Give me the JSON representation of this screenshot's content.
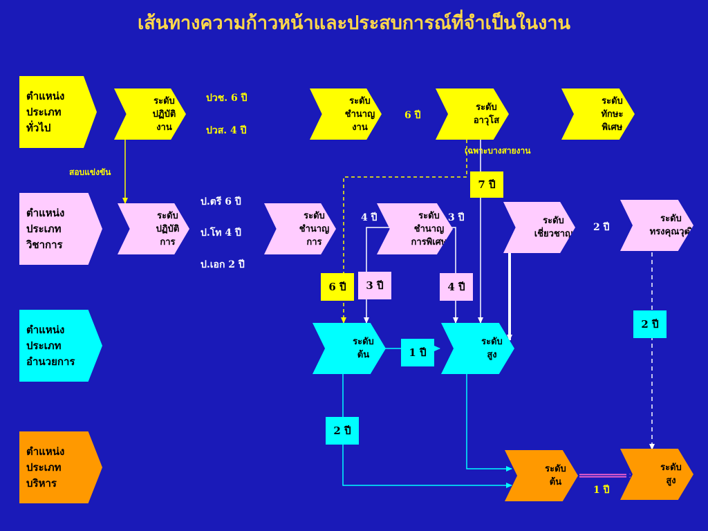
{
  "title": "เส้นทางความก้าวหน้าและประสบการณ์ที่จำเป็นในงาน",
  "colors": {
    "background": "#1a1ab8",
    "general": "#ffff00",
    "academic": "#ffccff",
    "director": "#00ffff",
    "executive": "#ff9900",
    "label_yellow": "#ffff00",
    "label_white": "#ffffff"
  },
  "categories": {
    "general": "ตำแหน่ง\nประเภท\nทั่วไป",
    "academic": "ตำแหน่ง\nประเภท\nวิชาการ",
    "director": "ตำแหน่ง\nประเภท\nอำนวยการ",
    "executive": "ตำแหน่ง\nประเภท\nบริหาร"
  },
  "levels": {
    "gen_practitioner": "ระดับ\nปฏิบัติ\nงาน",
    "gen_experienced": "ระดับ\nชำนาญ\nงาน",
    "gen_senior": "ระดับ\nอาวุโส",
    "gen_special": "ระดับ\nทักษะ\nพิเศษ",
    "aca_practitioner": "ระดับ\nปฏิบัติ\nการ",
    "aca_professional": "ระดับ\nชำนาญ\nการ",
    "aca_senior_professional": "ระดับ\nชำนาญ\nการพิเศษ",
    "aca_expert": "ระดับ\nเชี่ยวชาญ",
    "aca_advisory": "ระดับ\nทรงคุณวุฒิ",
    "dir_initial": "ระดับ\nต้น",
    "dir_high": "ระดับ\nสูง",
    "exe_initial": "ระดับ\nต้น",
    "exe_high": "ระดับ\nสูง"
  },
  "labels": {
    "pvc": "ปวช.    6 ปี",
    "pvs": "ปวส.    4 ปี",
    "gen_six": "6 ปี",
    "exam": "สอบแข่งขัน",
    "some_lines": "เฉพาะบางสายงาน",
    "bachelor": "ป.ตรี  6 ปี",
    "master": "ป.โท  4 ปี",
    "doctor": "ป.เอก 2 ปี",
    "four_years": "4 ปี",
    "three_years": "3 ปี",
    "two_years": "2 ปี",
    "one_year_exec": "1 ปี"
  },
  "boxes": {
    "seven": "7 ปี",
    "six": "6 ปี",
    "three": "3 ปี",
    "four": "4 ปี",
    "two_right": "2 ปี",
    "one": "1 ปี",
    "two_bottom": "2 ปี"
  }
}
